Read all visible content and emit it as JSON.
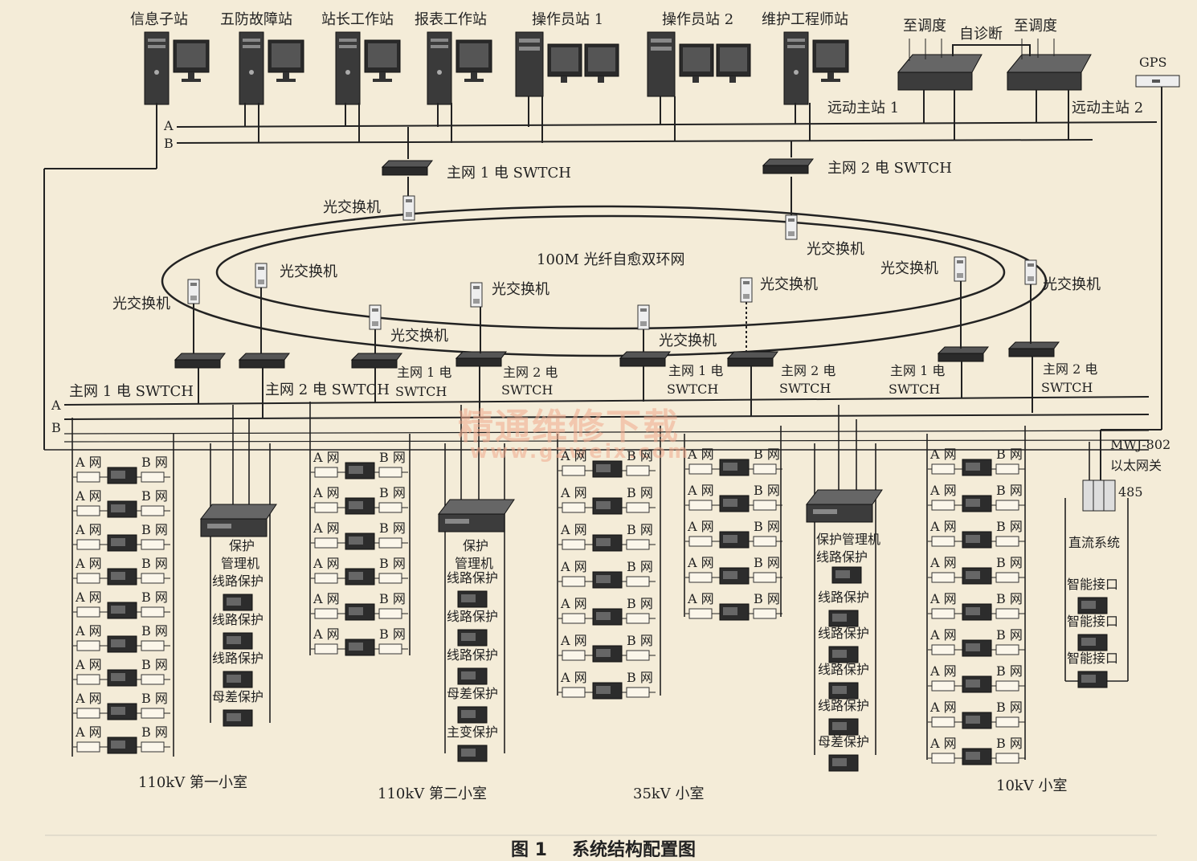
{
  "header": {
    "stations": [
      "信息子站",
      "五防故障站",
      "站长工作站",
      "报表工作站",
      "操作员站 1",
      "操作员站 2",
      "维护工程师站"
    ],
    "dispatch_left": "至调度",
    "dispatch_right": "至调度",
    "self_diag": "自诊断",
    "rtu1": "远动主站 1",
    "rtu2": "远动主站 2",
    "gps": "GPS"
  },
  "bus": {
    "a": "A",
    "b": "B",
    "a2": "A",
    "b2": "B"
  },
  "core": {
    "sw1": "主网 1 电 SWTCH",
    "sw2": "主网 2 电 SWTCH",
    "ring": "100M 光纤自愈双环网",
    "optical": "光交换机"
  },
  "edge_switches": {
    "s1": "主网 1 电 SWTCH",
    "s2": "主网 2 电 SWTCH",
    "s3a": "主网 1 电",
    "s3b": "SWTCH",
    "s4a": "主网 2 电",
    "s4b": "SWTCH",
    "s5a": "主网 1 电",
    "s5b": "SWTCH",
    "s6a": "主网 2 电",
    "s6b": "SWTCH",
    "s7a": "主网 1 电",
    "s7b": "SWTCH",
    "s8a": "主网 2 电",
    "s8b": "SWTCH"
  },
  "net": {
    "a": "A 网",
    "b": "B 网"
  },
  "mgr": {
    "protect": "保护",
    "manager": "管理机",
    "combined": "保护管理机"
  },
  "prot": {
    "line": "线路保护",
    "bus": "母差保护",
    "main": "主变保护"
  },
  "gateway": {
    "model": "MWJ-802",
    "name": "以太网关",
    "port": "485",
    "dc": "直流系统",
    "intf": "智能接口"
  },
  "rooms": {
    "r1": "110kV 第一小室",
    "r2": "110kV 第二小室",
    "r3": "35kV 小室",
    "r4": "10kV 小室"
  },
  "watermark": {
    "cn": "精通维修下载",
    "url": "www.gzweix.com"
  },
  "caption": {
    "num": "图 1",
    "title": "系统结构配置图"
  }
}
